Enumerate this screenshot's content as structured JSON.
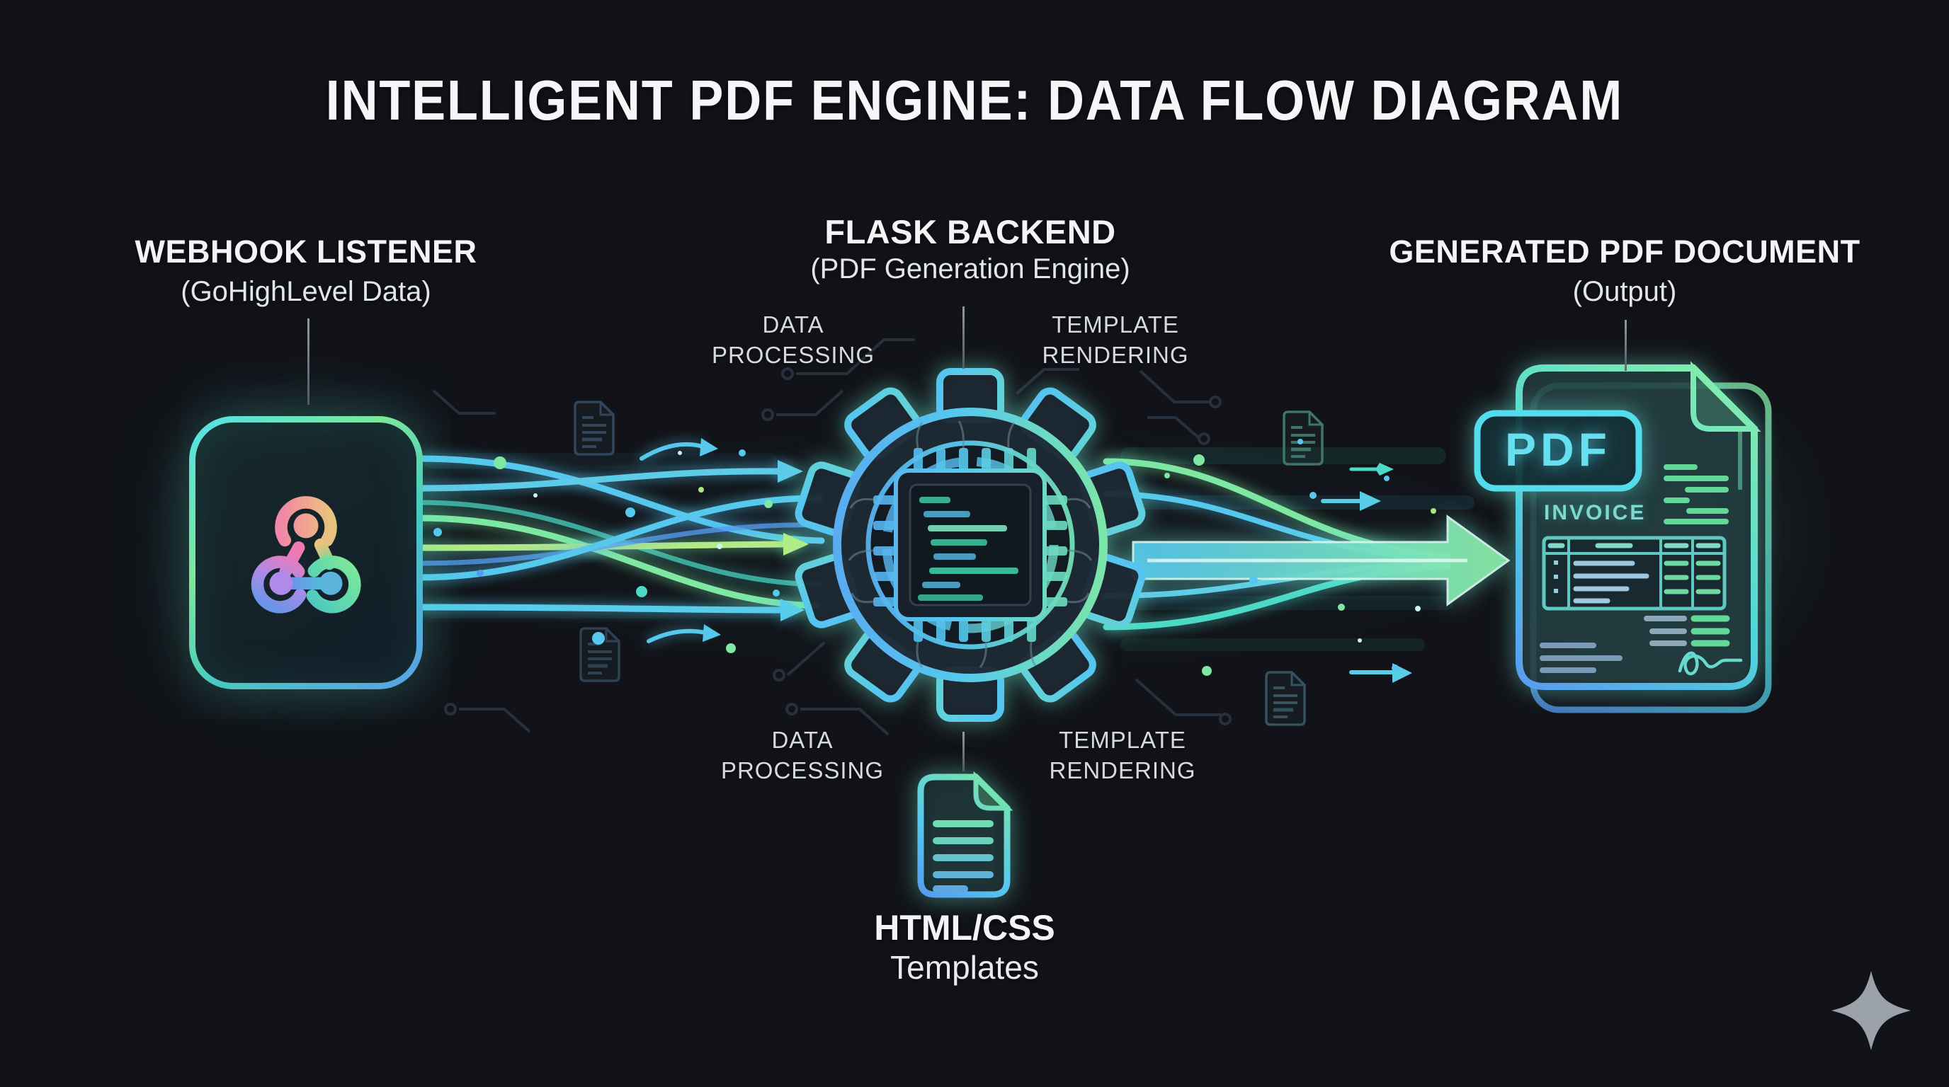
{
  "title": "INTELLIGENT PDF ENGINE: DATA FLOW DIAGRAM",
  "nodes": {
    "webhook": {
      "title": "WEBHOOK LISTENER",
      "subtitle": "(GoHighLevel Data)"
    },
    "backend": {
      "title": "FLASK BACKEND",
      "subtitle": "(PDF Generation Engine)"
    },
    "templates": {
      "title": "HTML/CSS",
      "subtitle": "Templates"
    },
    "output": {
      "title": "GENERATED PDF DOCUMENT",
      "subtitle": "(Output)"
    }
  },
  "process_labels": {
    "data_processing": {
      "line1": "DATA",
      "line2": "PROCESSING"
    },
    "template_rendering": {
      "line1": "TEMPLATE",
      "line2": "RENDERING"
    }
  },
  "pdf_document": {
    "badge": "PDF",
    "heading": "INVOICE"
  },
  "icons": [
    "webhook-icon",
    "gear-icon",
    "chip-icon",
    "template-document-icon",
    "pdf-file-icon",
    "sparkle-icon",
    "flow-arrow-icon"
  ],
  "colors": {
    "background": "#14161b",
    "cyan": "#56c8ee",
    "green": "#7ee8a2",
    "blue": "#569ced",
    "teal": "#4cd9c6",
    "pdf_accent": "#66dff0",
    "invoice_accent": "#7fd8cf",
    "title_color": "#f4f6f8",
    "label_color": "#d6d9dd",
    "connector_gray": "#9aa2ab",
    "sparkle_gray": "#9aa1a9"
  }
}
